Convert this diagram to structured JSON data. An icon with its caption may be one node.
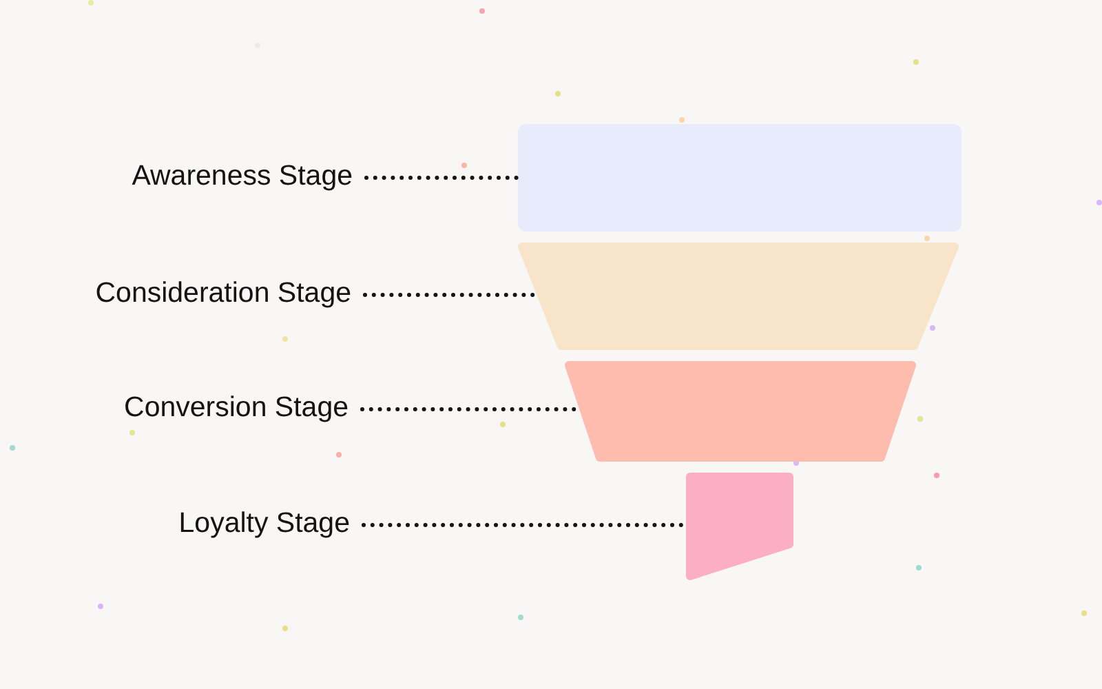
{
  "diagram": {
    "nodes": [
      {
        "text": [
          "Awareness Stage"
        ]
      },
      {
        "text": [],
        "shape": "box"
      },
      {
        "text": [
          "Consideration Stage"
        ]
      },
      {
        "text": [],
        "shape": "trapezoid"
      },
      {
        "text": [
          "Conversion Stage"
        ]
      },
      {
        "text": [],
        "shape": "trapezoid"
      },
      {
        "text": [
          "Loyalty Stage"
        ]
      },
      {
        "text": [],
        "shape": "trapezoid"
      }
    ],
    "edges": [
      {
        "from": 0,
        "to": 1,
        "arrow": "none",
        "style": "dashed"
      },
      {
        "from": 2,
        "to": 3,
        "arrow": "none",
        "style": "dashed"
      },
      {
        "from": 4,
        "to": 5,
        "arrow": "none",
        "style": "dashed"
      },
      {
        "from": 6,
        "to": 7,
        "arrow": "none",
        "style": "dashed"
      }
    ]
  }
}
